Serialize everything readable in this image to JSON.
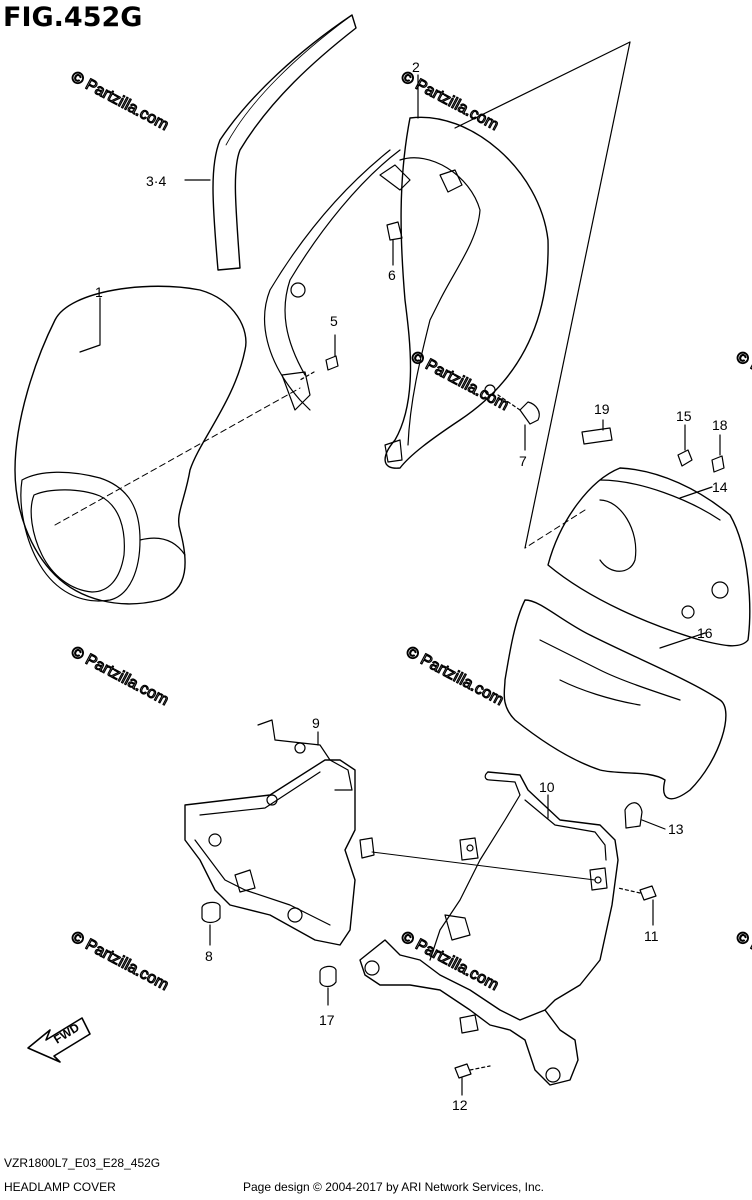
{
  "figure": {
    "title": "FIG.452G",
    "code": "VZR1800L7_E03_E28_452G",
    "name": "HEADLAMP COVER",
    "credit": "Page design © 2004-2017 by ARI Network Services, Inc.",
    "watermark": "© Partzilla.com",
    "fwd_label": "FWD"
  },
  "callouts": [
    {
      "id": "1",
      "label": "1"
    },
    {
      "id": "2",
      "label": "2"
    },
    {
      "id": "3-4",
      "label": "3·4"
    },
    {
      "id": "5",
      "label": "5"
    },
    {
      "id": "6",
      "label": "6"
    },
    {
      "id": "7",
      "label": "7"
    },
    {
      "id": "8",
      "label": "8"
    },
    {
      "id": "9",
      "label": "9"
    },
    {
      "id": "10",
      "label": "10"
    },
    {
      "id": "11",
      "label": "11"
    },
    {
      "id": "12",
      "label": "12"
    },
    {
      "id": "13",
      "label": "13"
    },
    {
      "id": "14",
      "label": "14"
    },
    {
      "id": "15",
      "label": "15"
    },
    {
      "id": "16",
      "label": "16"
    },
    {
      "id": "17",
      "label": "17"
    },
    {
      "id": "18",
      "label": "18"
    },
    {
      "id": "19",
      "label": "19"
    }
  ]
}
